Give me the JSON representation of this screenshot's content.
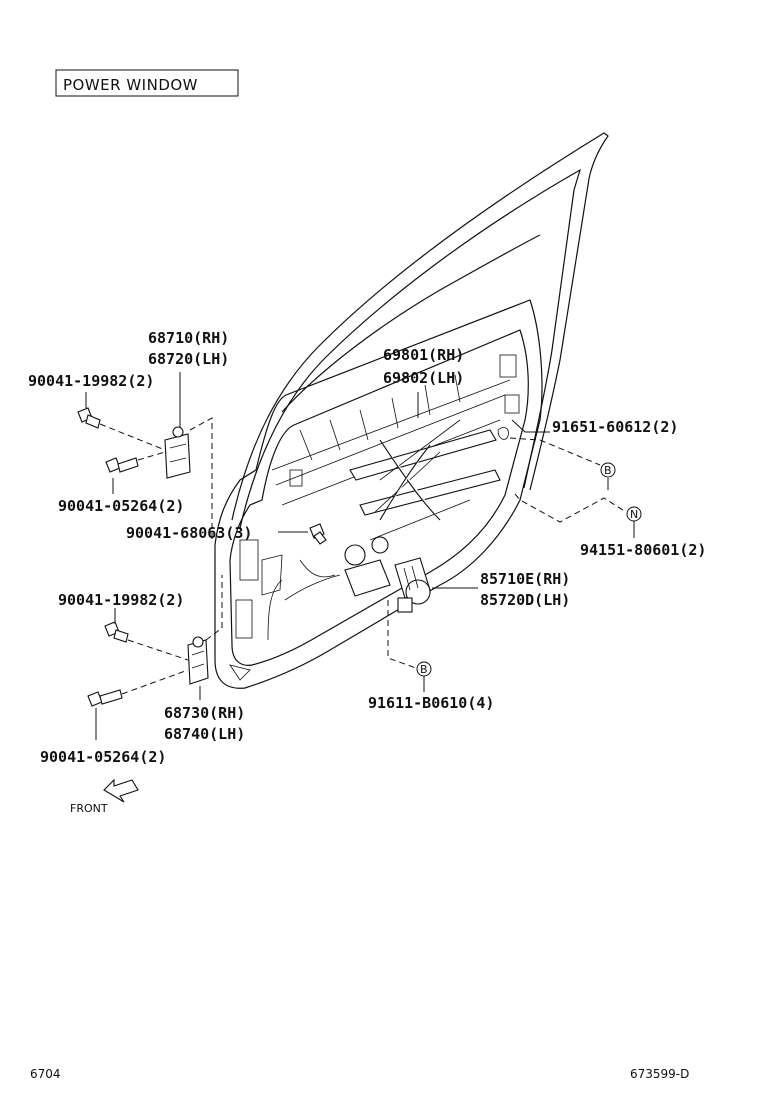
{
  "title": "POWER  WINDOW",
  "parts": [
    {
      "id": "p-68710",
      "lines": [
        "68710(RH)",
        "68720(LH)"
      ]
    },
    {
      "id": "p-90041-19982-top",
      "lines": [
        "90041-19982(2)"
      ]
    },
    {
      "id": "p-90041-05264-top",
      "lines": [
        "90041-05264(2)"
      ]
    },
    {
      "id": "p-90041-68063",
      "lines": [
        "90041-68063(3)"
      ]
    },
    {
      "id": "p-90041-19982-bot",
      "lines": [
        "90041-19982(2)"
      ]
    },
    {
      "id": "p-68730",
      "lines": [
        "68730(RH)",
        "68740(LH)"
      ]
    },
    {
      "id": "p-90041-05264-bot",
      "lines": [
        "90041-05264(2)"
      ]
    },
    {
      "id": "p-69801",
      "lines": [
        "69801(RH)",
        "69802(LH)"
      ]
    },
    {
      "id": "p-91651",
      "lines": [
        "91651-60612(2)"
      ]
    },
    {
      "id": "p-94151",
      "lines": [
        "94151-80601(2)"
      ]
    },
    {
      "id": "p-85710",
      "lines": [
        "85710E(RH)",
        "85720D(LH)"
      ]
    },
    {
      "id": "p-91611",
      "lines": [
        "91611-B0610(4)"
      ]
    }
  ],
  "callouts": {
    "b_top": "B",
    "n": "N",
    "b_bottom": "B"
  },
  "front_label": "FRONT",
  "footer": {
    "left": "6704",
    "right": "673599-D"
  }
}
